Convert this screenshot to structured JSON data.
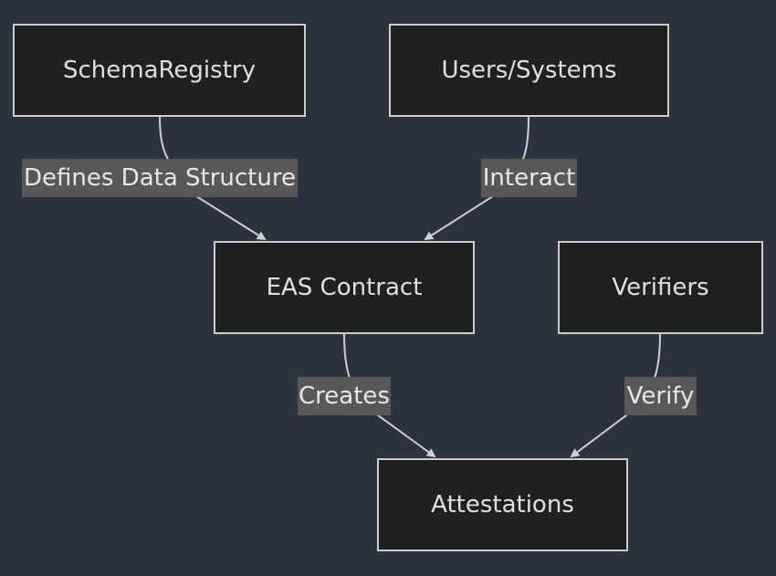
{
  "nodes": {
    "schema_registry": "SchemaRegistry",
    "users_systems": "Users/Systems",
    "eas_contract": "EAS Contract",
    "verifiers": "Verifiers",
    "attestations": "Attestations"
  },
  "edges": {
    "defines": "Defines Data Structure",
    "interact": "Interact",
    "creates": "Creates",
    "verify": "Verify"
  },
  "colors": {
    "background": "#2d3241",
    "node_fill": "#1f2020",
    "node_border": "#cccccc",
    "edge_line": "#d0d0d0",
    "label_fill": "#585858",
    "text": "#e0e0e0"
  }
}
